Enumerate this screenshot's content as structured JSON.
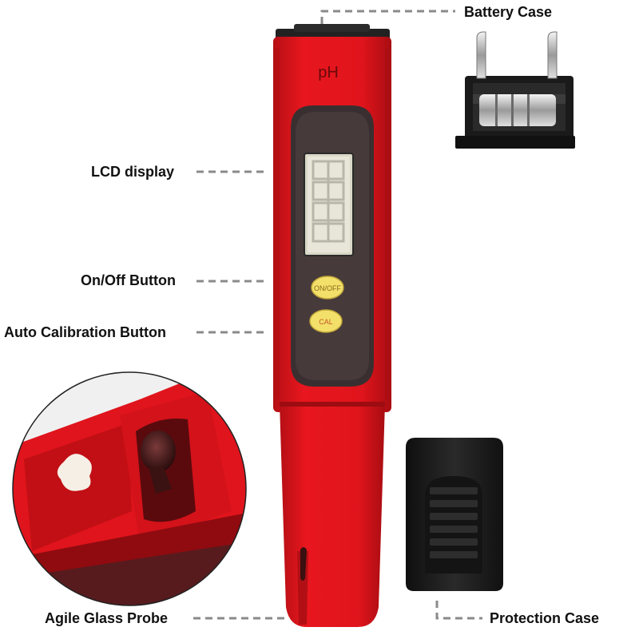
{
  "device": {
    "brand_mark": "pH",
    "buttons": [
      {
        "label": "ON/OFF"
      },
      {
        "label": "CAL"
      }
    ]
  },
  "callouts": {
    "battery_case": "Battery Case",
    "lcd_display": "LCD display",
    "on_off_button": "On/Off Button",
    "auto_calibration_button": "Auto Calibration Button",
    "agile_glass_probe": "Agile Glass Probe",
    "protection_case": "Protection Case"
  },
  "colors": {
    "body_red": "#e0141c",
    "body_dark_red": "#a80d12",
    "panel_dark": "#3a2f30",
    "lcd_face": "#e8e6d8",
    "button_yellow": "#f3e06a",
    "case_black": "#1c1c1c",
    "leader_gray": "#8a8a8a"
  }
}
